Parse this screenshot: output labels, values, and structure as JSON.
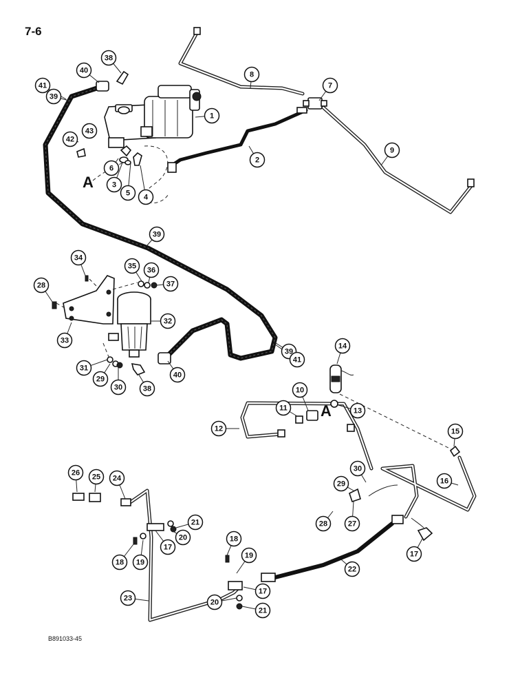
{
  "page_number": "7-6",
  "document_code": "B891033-45",
  "detail_letters": [
    "A",
    "A"
  ],
  "callouts": [
    {
      "id": "c1",
      "label": "1"
    },
    {
      "id": "c2",
      "label": "2"
    },
    {
      "id": "c3",
      "label": "3"
    },
    {
      "id": "c4",
      "label": "4"
    },
    {
      "id": "c5",
      "label": "5"
    },
    {
      "id": "c6",
      "label": "6"
    },
    {
      "id": "c7",
      "label": "7"
    },
    {
      "id": "c8",
      "label": "8"
    },
    {
      "id": "c9",
      "label": "9"
    },
    {
      "id": "c10",
      "label": "10"
    },
    {
      "id": "c11",
      "label": "11"
    },
    {
      "id": "c12",
      "label": "12"
    },
    {
      "id": "c13",
      "label": "13"
    },
    {
      "id": "c14",
      "label": "14"
    },
    {
      "id": "c15",
      "label": "15"
    },
    {
      "id": "c16",
      "label": "16"
    },
    {
      "id": "c17a",
      "label": "17"
    },
    {
      "id": "c17b",
      "label": "17"
    },
    {
      "id": "c17c",
      "label": "17"
    },
    {
      "id": "c18a",
      "label": "18"
    },
    {
      "id": "c18b",
      "label": "18"
    },
    {
      "id": "c19a",
      "label": "19"
    },
    {
      "id": "c19b",
      "label": "19"
    },
    {
      "id": "c20a",
      "label": "20"
    },
    {
      "id": "c20b",
      "label": "20"
    },
    {
      "id": "c21a",
      "label": "21"
    },
    {
      "id": "c21b",
      "label": "21"
    },
    {
      "id": "c22",
      "label": "22"
    },
    {
      "id": "c23",
      "label": "23"
    },
    {
      "id": "c24",
      "label": "24"
    },
    {
      "id": "c25",
      "label": "25"
    },
    {
      "id": "c26",
      "label": "26"
    },
    {
      "id": "c27",
      "label": "27"
    },
    {
      "id": "c28a",
      "label": "28"
    },
    {
      "id": "c28b",
      "label": "28"
    },
    {
      "id": "c29a",
      "label": "29"
    },
    {
      "id": "c29b",
      "label": "29"
    },
    {
      "id": "c30a",
      "label": "30"
    },
    {
      "id": "c30b",
      "label": "30"
    },
    {
      "id": "c31",
      "label": "31"
    },
    {
      "id": "c32",
      "label": "32"
    },
    {
      "id": "c33",
      "label": "33"
    },
    {
      "id": "c34",
      "label": "34"
    },
    {
      "id": "c35",
      "label": "35"
    },
    {
      "id": "c36",
      "label": "36"
    },
    {
      "id": "c37",
      "label": "37"
    },
    {
      "id": "c38a",
      "label": "38"
    },
    {
      "id": "c38b",
      "label": "38"
    },
    {
      "id": "c39a",
      "label": "39"
    },
    {
      "id": "c39b",
      "label": "39"
    },
    {
      "id": "c39c",
      "label": "39"
    },
    {
      "id": "c40a",
      "label": "40"
    },
    {
      "id": "c40b",
      "label": "40"
    },
    {
      "id": "c41a",
      "label": "41"
    },
    {
      "id": "c41b",
      "label": "41"
    },
    {
      "id": "c42",
      "label": "42"
    },
    {
      "id": "c43",
      "label": "43"
    }
  ]
}
